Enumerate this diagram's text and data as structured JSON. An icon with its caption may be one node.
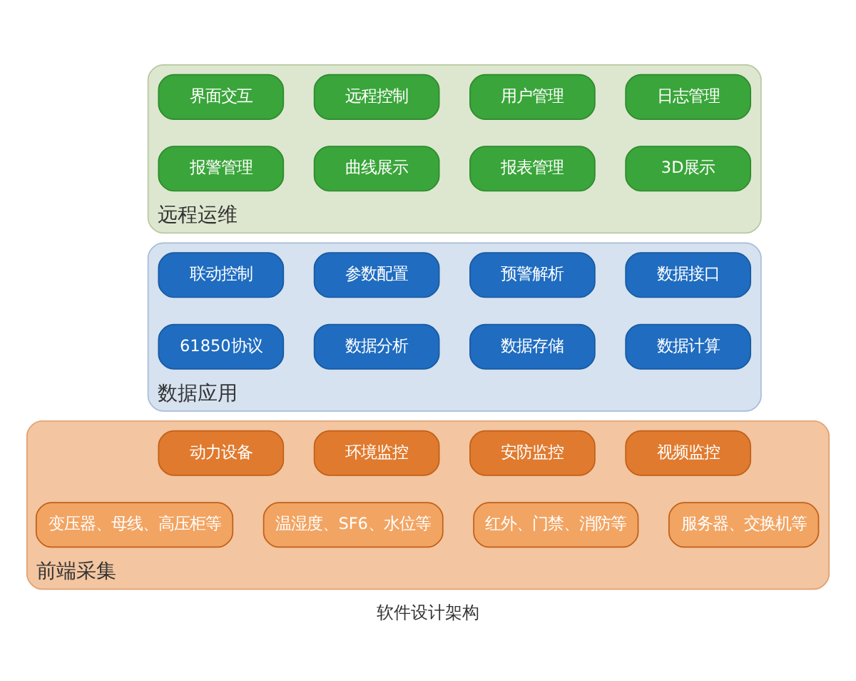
{
  "diagram": {
    "caption": "软件设计架构",
    "nodes": [
      {
        "text": [
          "远程运维"
        ]
      },
      {
        "text": [
          "界面交互"
        ],
        "in": 0
      },
      {
        "text": [
          "远程控制"
        ],
        "in": 0
      },
      {
        "text": [
          "用户管理"
        ],
        "in": 0
      },
      {
        "text": [
          "日志管理"
        ],
        "in": 0
      },
      {
        "text": [
          "报警管理"
        ],
        "in": 0
      },
      {
        "text": [
          "曲线展示"
        ],
        "in": 0
      },
      {
        "text": [
          "报表管理"
        ],
        "in": 0
      },
      {
        "text": [
          "3D展示"
        ],
        "in": 0
      },
      {
        "text": [
          "数据应用"
        ]
      },
      {
        "text": [
          "联动控制"
        ],
        "in": 9
      },
      {
        "text": [
          "参数配置"
        ],
        "in": 9
      },
      {
        "text": [
          "预警解析"
        ],
        "in": 9
      },
      {
        "text": [
          "数据接口"
        ],
        "in": 9
      },
      {
        "text": [
          "61850协议"
        ],
        "in": 9
      },
      {
        "text": [
          "数据分析"
        ],
        "in": 9
      },
      {
        "text": [
          "数据存储"
        ],
        "in": 9
      },
      {
        "text": [
          "数据计算"
        ],
        "in": 9
      },
      {
        "text": [
          "前端采集"
        ]
      },
      {
        "text": [
          "动力设备"
        ],
        "in": 18
      },
      {
        "text": [
          "环境监控"
        ],
        "in": 18
      },
      {
        "text": [
          "安防监控"
        ],
        "in": 18
      },
      {
        "text": [
          "视频监控"
        ],
        "in": 18
      },
      {
        "text": [
          "变压器、母线、高压柜等"
        ],
        "in": 18
      },
      {
        "text": [
          "温湿度、SF6、水位等"
        ],
        "in": 18
      },
      {
        "text": [
          "红外、门禁、消防等"
        ],
        "in": 18
      },
      {
        "text": [
          "服务器、交换机等"
        ],
        "in": 18
      }
    ],
    "edges": []
  }
}
